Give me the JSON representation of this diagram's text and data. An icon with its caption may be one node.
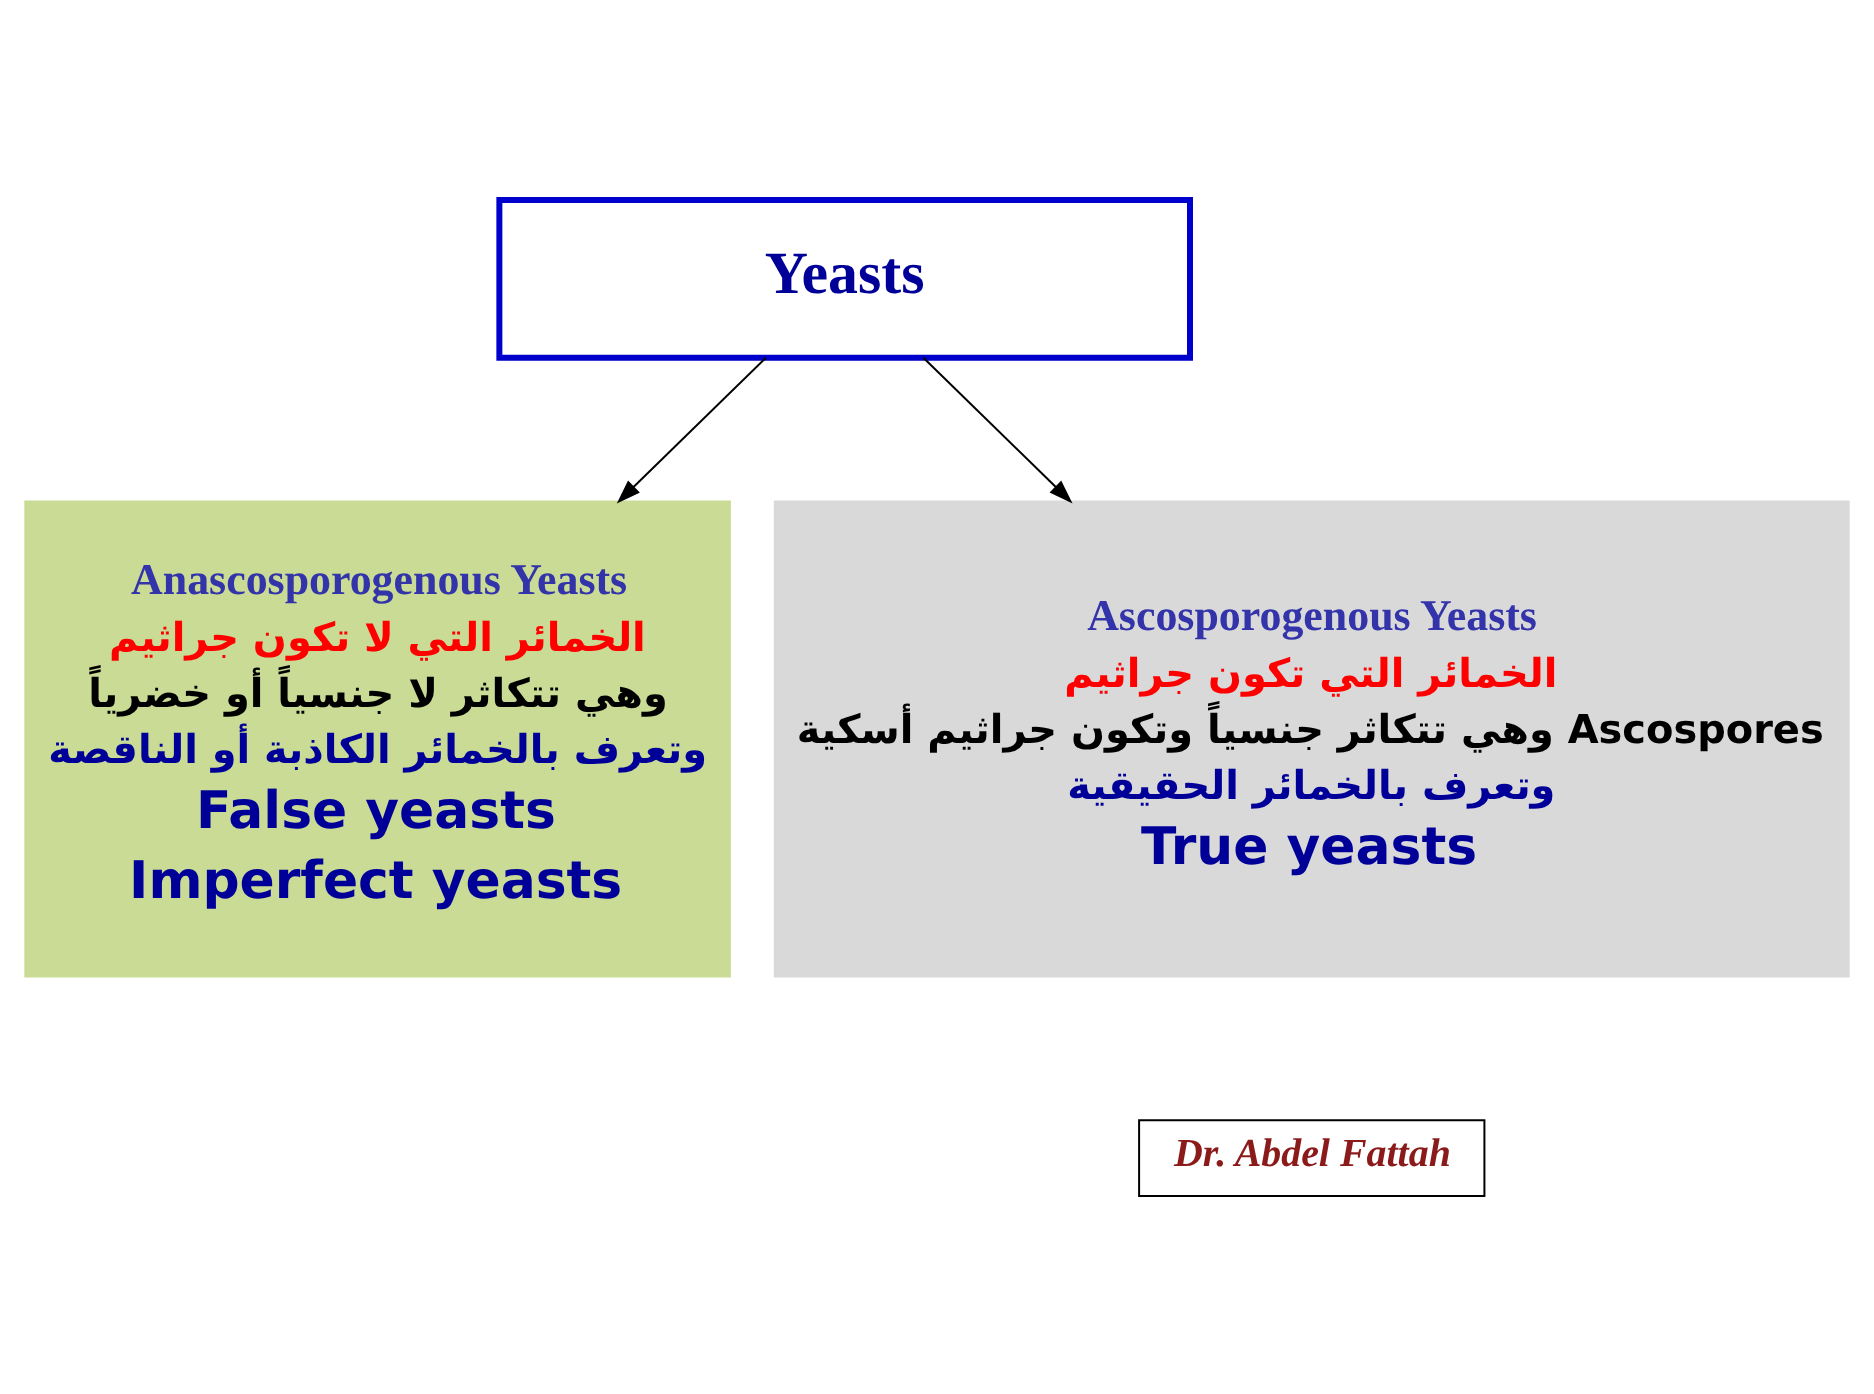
{
  "diagram": {
    "nodes": [
      {
        "text": [
          "Yeasts"
        ]
      },
      {
        "text": [
          "Anascosporogenous Yeasts",
          "الخمائر التي لا تكون جراثيم",
          "وهي تتكاثر لا جنسياً أو خضرياً",
          "وتعرف بالخمائر الكاذبة أو الناقصة",
          "False yeasts",
          "Imperfect yeasts"
        ]
      },
      {
        "text": [
          "Ascosporogenous Yeasts",
          "الخمائر التي تكون جراثيم",
          "وهي تتكاثر جنسياً وتكون جراثيم أسكية Ascospores",
          "وتعرف بالخمائر الحقيقية",
          "True yeasts"
        ]
      },
      {
        "text": [
          "Dr. Abdel Fattah"
        ]
      }
    ],
    "edges": [
      {
        "from": 0,
        "to": 1,
        "arrow": "to"
      },
      {
        "from": 0,
        "to": 2,
        "arrow": "to"
      }
    ]
  }
}
